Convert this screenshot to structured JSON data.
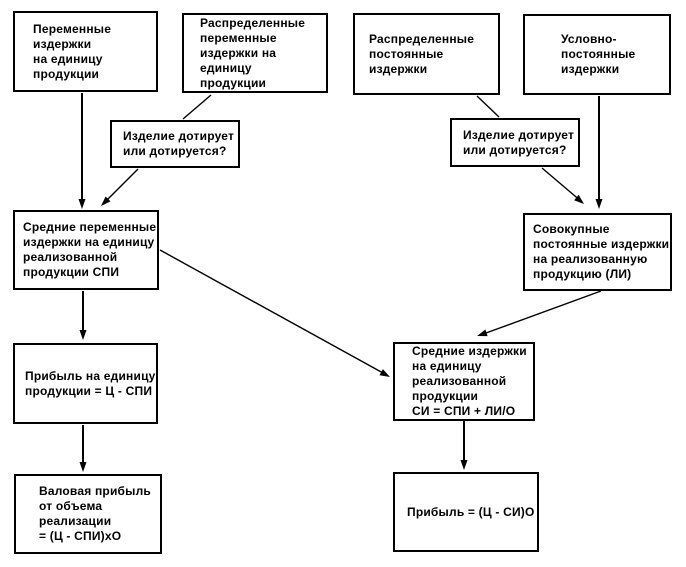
{
  "diagram": {
    "background_color": "#ffffff",
    "box_border_color": "#000000",
    "text_color": "#000000",
    "nodes": {
      "variable_costs": {
        "text": "Переменные\nиздержки\nна единицу\nпродукции"
      },
      "allocated_variable_costs": {
        "text": "Распределенные\nпеременные\nиздержки на\nединицу\nпродукции"
      },
      "allocated_fixed_costs": {
        "text": "Распределенные\nпостоянные\nиздержки"
      },
      "conditionally_fixed_costs": {
        "text": "Условно-\nпостоянные\nиздержки"
      },
      "subsidy_question_left": {
        "text": "Изделие дотирует\nили дотируется?"
      },
      "subsidy_question_right": {
        "text": "Изделие дотирует\nили дотируется?"
      },
      "avg_variable_costs": {
        "text": "Средние переменные\nиздержки на единицу\nреализованной\nпродукции СПИ"
      },
      "total_fixed_costs": {
        "text": "Совокупные\nпостоянные издержки\nна реализованную\nпродукцию (ЛИ)"
      },
      "unit_profit": {
        "text": "Прибыль на единицу\nпродукции = Ц - СПИ"
      },
      "avg_costs": {
        "text": "Средние издержки\nна единицу\nреализованной\nпродукции\nСИ = СПИ + ЛИ/О"
      },
      "gross_profit": {
        "text": "Валовая прибыль\nот объема\nреализации\n= (Ц - СПИ)хО"
      },
      "profit": {
        "text": "Прибыль = (Ц - СИ)О"
      }
    }
  }
}
